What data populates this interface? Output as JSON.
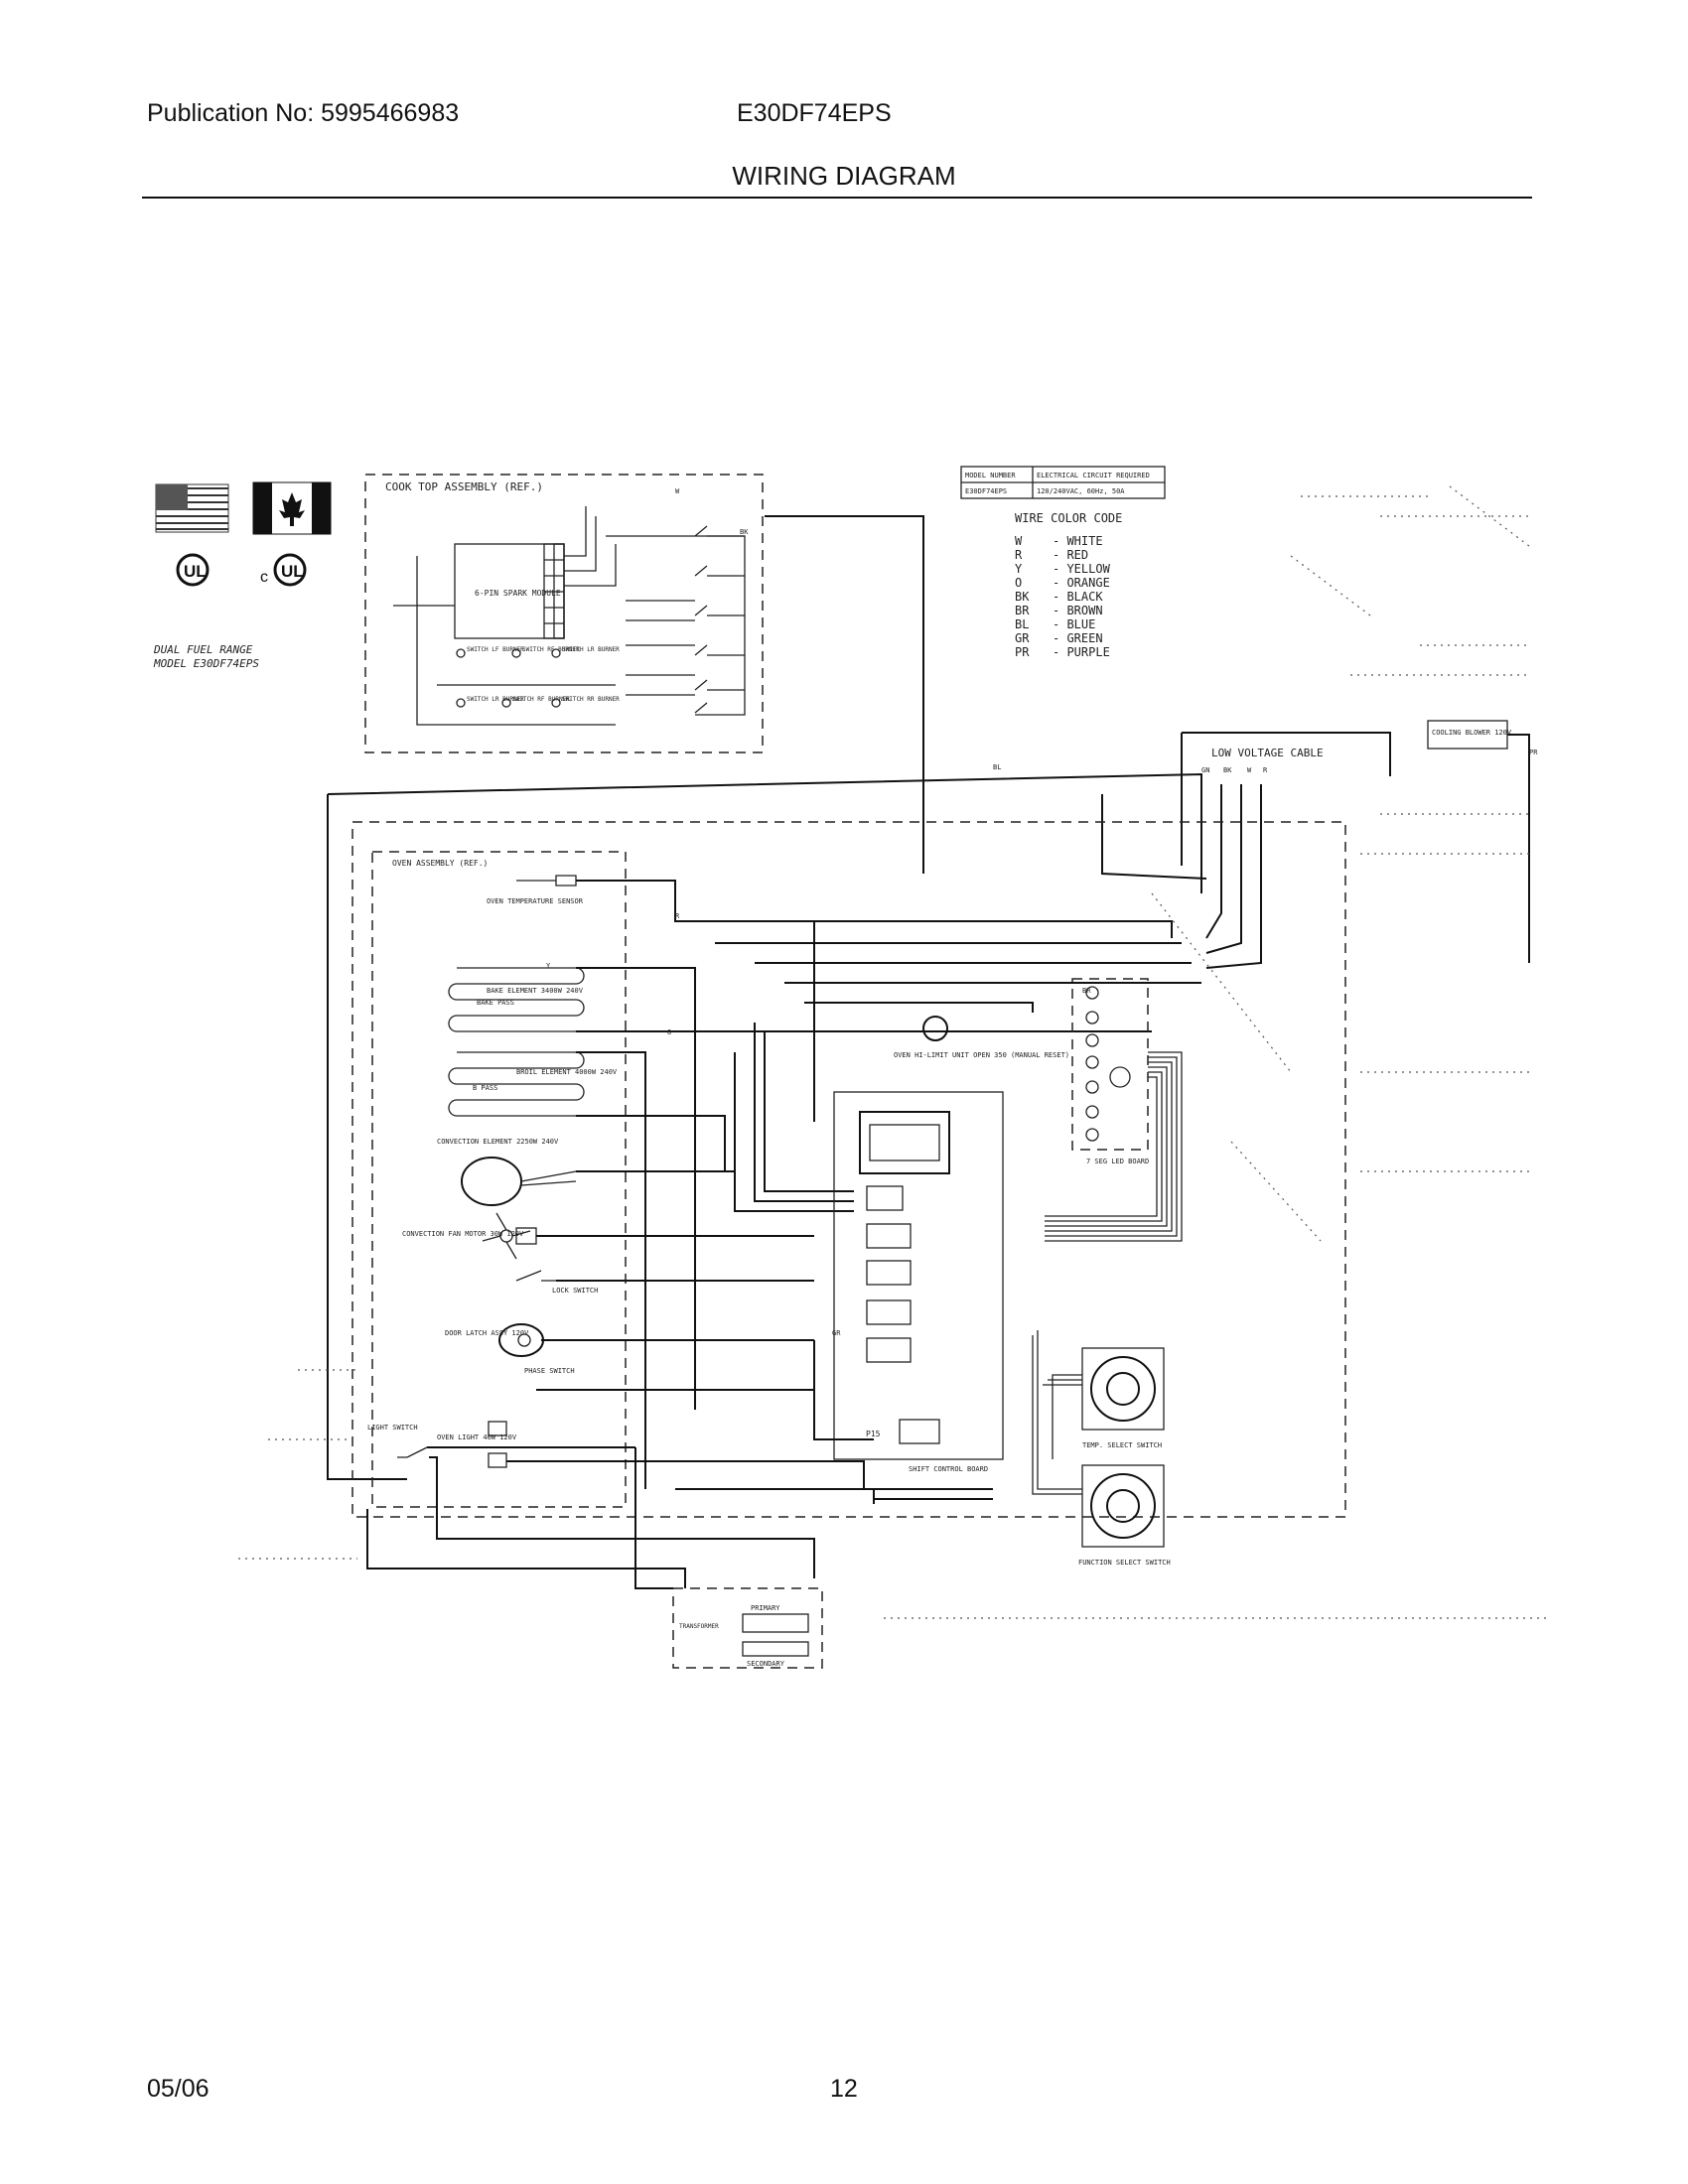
{
  "header": {
    "publication": "Publication No: 5995466983",
    "model": "E30DF74EPS",
    "title": "WIRING DIAGRAM"
  },
  "footer": {
    "date": "05/06",
    "page": "12"
  },
  "logos": {
    "usa_flag": "usa-flag",
    "canada_flag": "canada-flag",
    "ul_mark": "UL",
    "cul_mark": "UL",
    "cul_prefix": "c"
  },
  "diagram": {
    "model_note_line1": "DUAL FUEL RANGE",
    "model_note_line2": "MODEL E30DF74EPS",
    "cooktop_assembly": "COOK TOP ASSEMBLY (REF.)",
    "spark_module": "6-PIN SPARK MODULE",
    "switch_labels": [
      "SWITCH LF BURNER",
      "SWITCH RF BURNER",
      "SWITCH LR BURNER",
      "SWITCH LR BURNER",
      "SWITCH RF BURNER",
      "SWITCH RR BURNER"
    ],
    "spec_table": {
      "headers": [
        "MODEL NUMBER",
        "ELECTRICAL CIRCUIT REQUIRED"
      ],
      "row": [
        "E30DF74EPS",
        "120/240VAC, 60Hz, 50A"
      ]
    },
    "wire_color_code": {
      "title": "WIRE COLOR CODE",
      "entries": [
        {
          "code": "W",
          "name": "WHITE"
        },
        {
          "code": "R",
          "name": "RED"
        },
        {
          "code": "Y",
          "name": "YELLOW"
        },
        {
          "code": "O",
          "name": "ORANGE"
        },
        {
          "code": "BK",
          "name": "BLACK"
        },
        {
          "code": "BR",
          "name": "BROWN"
        },
        {
          "code": "BL",
          "name": "BLUE"
        },
        {
          "code": "GR",
          "name": "GREEN"
        },
        {
          "code": "PR",
          "name": "PURPLE"
        }
      ]
    },
    "low_voltage_cable": "LOW VOLTAGE CABLE",
    "cooling_blower": "COOLING BLOWER 120V",
    "terminal_labels": [
      "GN",
      "BK",
      "W",
      "R"
    ],
    "oven_assembly": "OVEN ASSEMBLY (REF.)",
    "oven_temp_sensor": "OVEN TEMPERATURE SENSOR",
    "bake_element": "BAKE ELEMENT 3400W 240V",
    "broil_element": "BROIL ELEMENT 4000W 240V",
    "bake_pass": "BAKE PASS",
    "broil_pass": "B PASS",
    "convection_element": "CONVECTION ELEMENT 2250W 240V",
    "convection_fan": "CONVECTION FAN MOTOR 30W 120V",
    "door_switch": "LOCK SWITCH",
    "door_latch": "DOOR LATCH ASSY 120V",
    "phase_switch": "PHASE SWITCH",
    "light_switch": "LIGHT SWITCH",
    "oven_light": "OVEN LIGHT 40W 120V",
    "hi_limit": "OVEN HI-LIMIT UNIT OPEN 350 (MANUAL RESET)",
    "control_board": "SHIFT CONTROL BOARD",
    "led_board": "7 SEG LED BOARD",
    "temp_select": "TEMP. SELECT SWITCH",
    "function_select": "FUNCTION SELECT SWITCH",
    "transformer": "TRANSFORMER",
    "primary": "PRIMARY",
    "secondary": "SECONDARY",
    "connector_p15": "P15",
    "wire_tags": [
      "W",
      "BK",
      "BL",
      "R",
      "O",
      "Y",
      "BR",
      "GR",
      "PR"
    ]
  }
}
